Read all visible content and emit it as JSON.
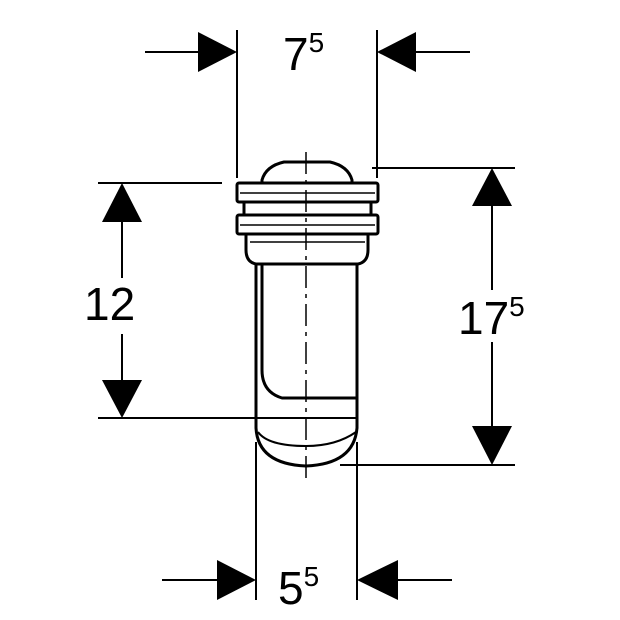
{
  "dimensions": {
    "top_width": {
      "main": "7",
      "superscript": "5"
    },
    "bottom_width": {
      "main": "5",
      "superscript": "5"
    },
    "left_height": {
      "main": "12",
      "superscript": ""
    },
    "right_height": {
      "main": "17",
      "superscript": "5"
    }
  },
  "colors": {
    "line": "#000000",
    "background": "#ffffff"
  }
}
